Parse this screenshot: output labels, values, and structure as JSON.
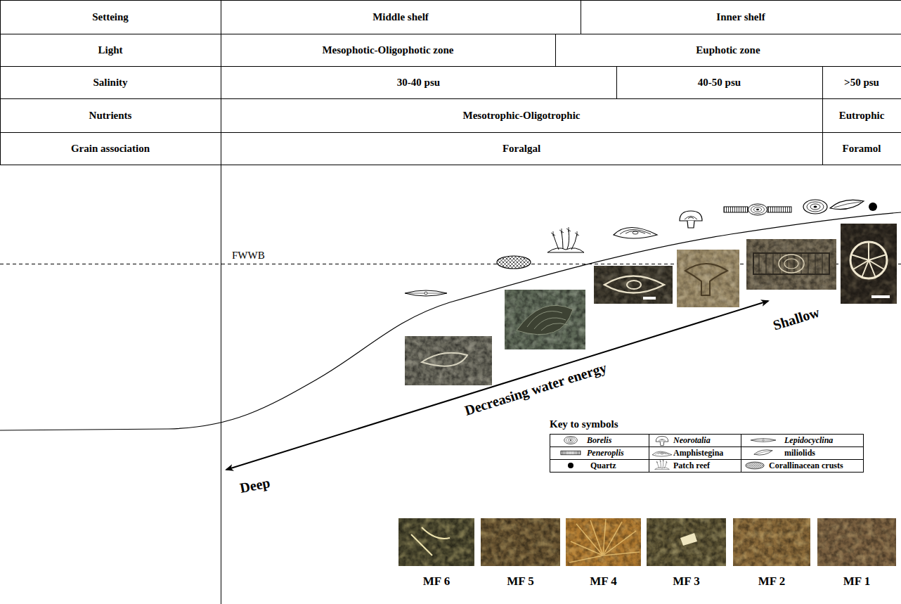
{
  "diagram": {
    "nodes": [
      {
        "text": [
          "MF 6"
        ]
      },
      {
        "text": [
          "MF 5"
        ]
      },
      {
        "text": [
          "MF 4"
        ]
      },
      {
        "text": [
          "MF 3"
        ]
      },
      {
        "text": [
          "MF 2"
        ]
      },
      {
        "text": [
          "MF 1"
        ]
      }
    ],
    "labels": [
      "Setteing",
      "Middle shelf",
      "Inner shelf",
      "Light",
      "Mesophotic-Oligophotic zone",
      "Euphotic zone",
      "Salinity",
      "30-40 psu",
      "40-50 psu",
      ">50 psu",
      "Nutrients",
      "Mesotrophic-Oligotrophic",
      "Eutrophic",
      "Grain association",
      "Foralgal",
      "Foramol",
      "FWWB",
      "Decreasing water energy",
      "Shallow",
      "Deep",
      "Key to symbols"
    ],
    "legend": [
      {
        "text": "Borelis"
      },
      {
        "text": "Neorotalia"
      },
      {
        "text": "Lepidocyclina"
      },
      {
        "text": "Peneroplis"
      },
      {
        "text": "Amphistegina"
      },
      {
        "text": "miliolids"
      },
      {
        "text": "Quartz"
      },
      {
        "text": "Patch reef"
      },
      {
        "text": "Corallinacean crusts"
      }
    ]
  }
}
